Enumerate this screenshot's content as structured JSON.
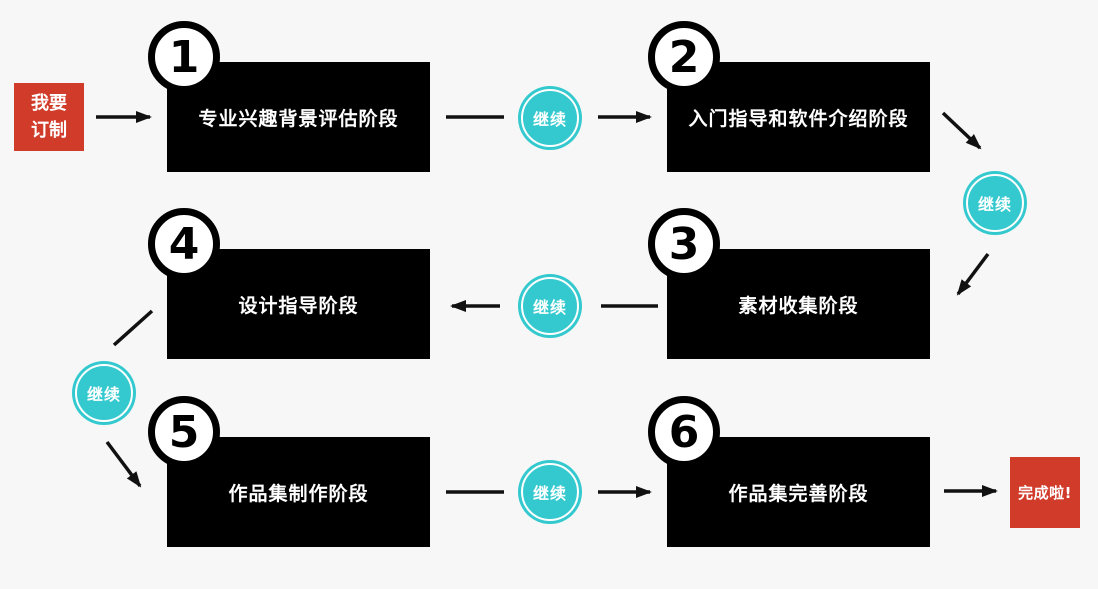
{
  "diagram": {
    "type": "flowchart",
    "background": "#f7f7f7",
    "colors": {
      "stage_box": "#000000",
      "stage_text": "#ffffff",
      "continue_circle": "#34c9cf",
      "badge_red": "#d13b2a",
      "arrow": "#111111"
    },
    "start_badge": {
      "label": "我要\n订制"
    },
    "end_badge": {
      "label": "完成啦!"
    },
    "continue_label": "继续",
    "stages": [
      {
        "number": "1",
        "label": "专业兴趣背景评估阶段"
      },
      {
        "number": "2",
        "label": "入门指导和软件介绍阶段"
      },
      {
        "number": "3",
        "label": "素材收集阶段"
      },
      {
        "number": "4",
        "label": "设计指导阶段"
      },
      {
        "number": "5",
        "label": "作品集制作阶段"
      },
      {
        "number": "6",
        "label": "作品集完善阶段"
      }
    ],
    "flow_order": "start → 1 → 2 → 3 → 4 → 5 → 6 → end"
  }
}
